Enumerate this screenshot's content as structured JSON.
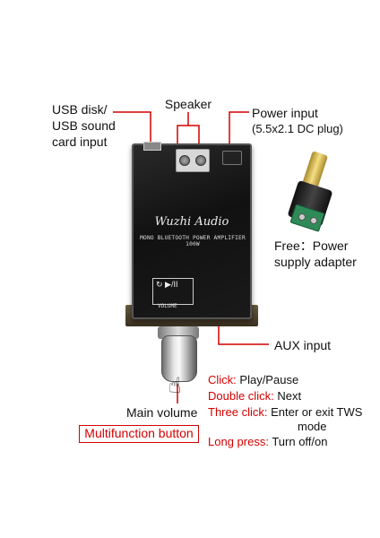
{
  "labels": {
    "usb_line1": "USB disk/",
    "usb_line2": "USB sound",
    "usb_line3": "card input",
    "speaker": "Speaker",
    "power_line1": "Power input",
    "power_line2": "(5.5x2.1 DC plug)",
    "adapter_line1": "Free：Power",
    "adapter_line2": "supply adapter",
    "aux": "AUX input",
    "main_volume": "Main volume",
    "multifunction": "Multifunction button"
  },
  "board": {
    "brand": "Wuzhi Audio",
    "model": "MONO BLUETOOTH POWER AMPLIFIER 100W",
    "volume_text": "VOLUME",
    "controls_glyph": "↻ ▶/II"
  },
  "functions": [
    {
      "action": "Click:",
      "result": "Play/Pause"
    },
    {
      "action": "Double click:",
      "result": "Next"
    },
    {
      "action": "Three click:",
      "result": "Enter or exit TWS"
    },
    {
      "action": "",
      "result": "mode"
    },
    {
      "action": "Long press:",
      "result": "Turn off/on"
    }
  ],
  "colors": {
    "accent": "#d40000",
    "board": "#111111",
    "terminal_green": "#2e8b57"
  }
}
